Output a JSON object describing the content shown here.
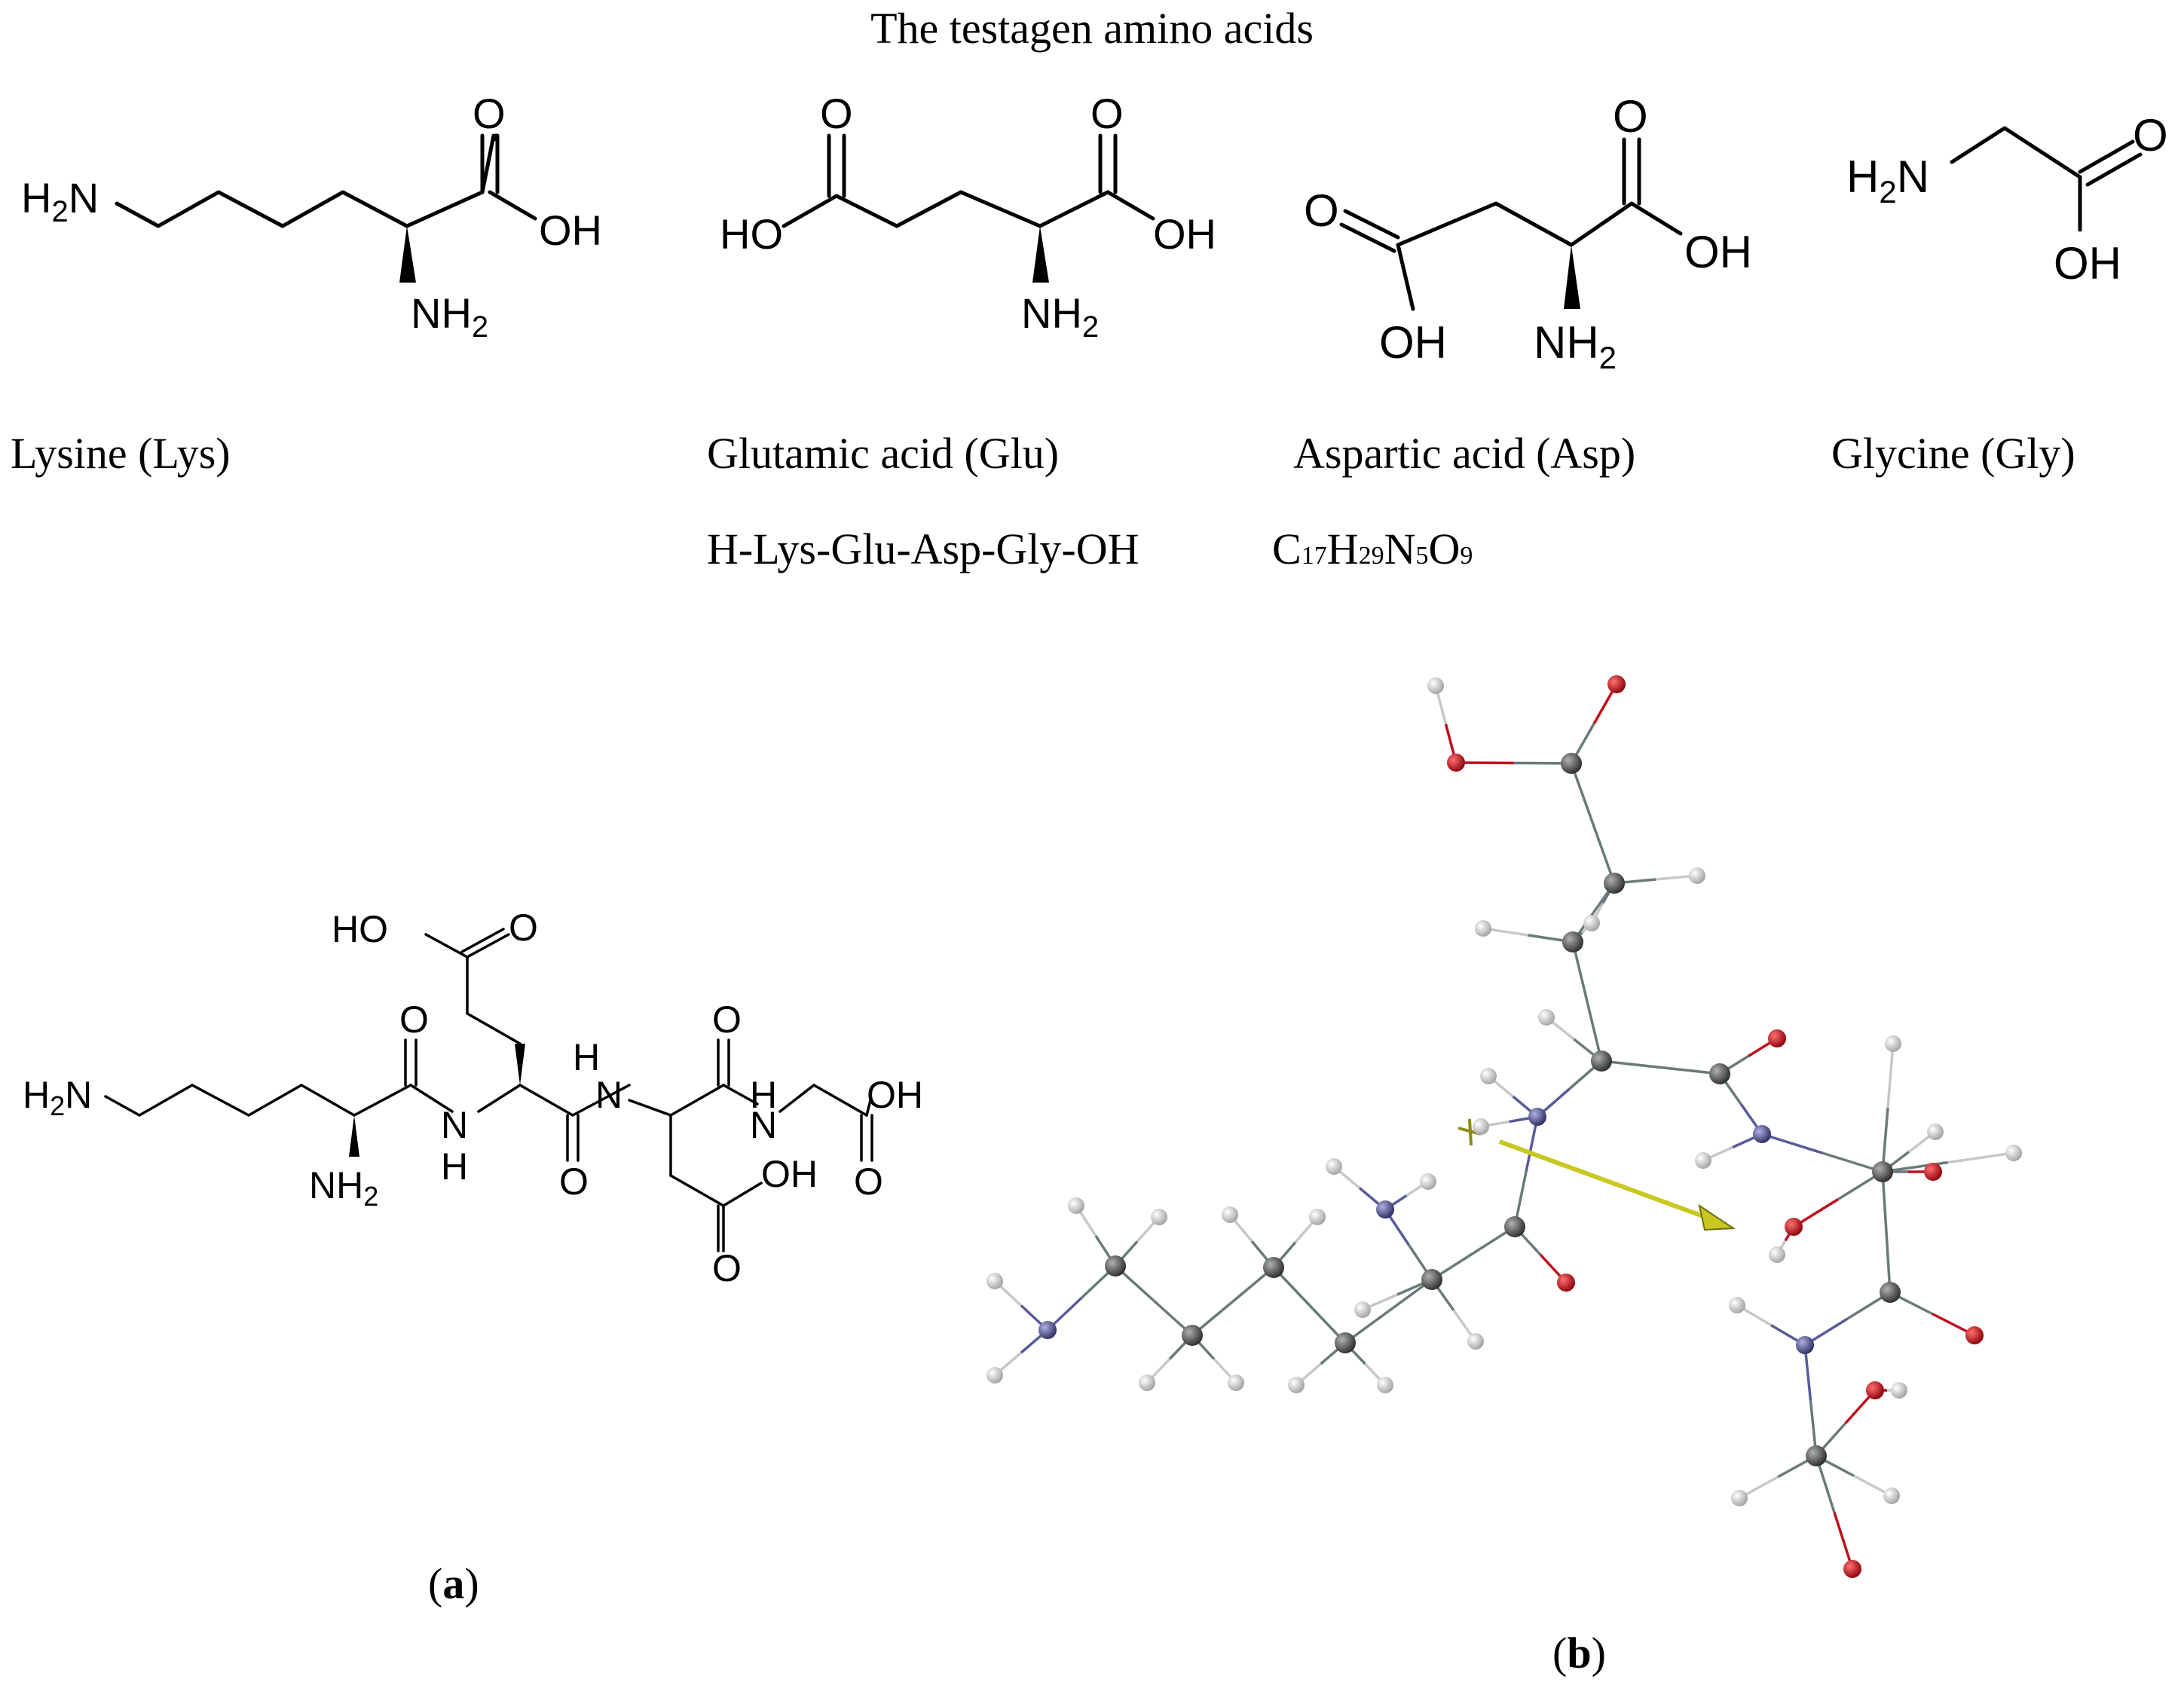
{
  "title": "The testagen amino acids",
  "amino_acids": [
    {
      "name": "Lysine (Lys)"
    },
    {
      "name": "Glutamic acid (Glu)"
    },
    {
      "name": "Aspartic acid (Asp)"
    },
    {
      "name": "Glycine (Gly)"
    }
  ],
  "sequence": "H-Lys-Glu-Asp-Gly-OH",
  "formula": {
    "C": "C",
    "c": "17",
    "H": "H",
    "h": "29",
    "N": "N",
    "n": "5",
    "O": "O",
    "o": "9"
  },
  "atom_labels": {
    "h2n": "H",
    "h2n_2": "2",
    "h2n_n": "N",
    "nh2_n": "NH",
    "nh2_2": "2",
    "oh": "OH",
    "ho": "HO",
    "o": "O",
    "nh_n": "N",
    "nh_h": "H"
  },
  "panels": {
    "a_open": "(",
    "a": "a",
    "a_close": ")",
    "b_open": "(",
    "b": "b",
    "b_close": ")"
  },
  "atom_colors": {
    "carbon": "#3a3a3a",
    "hydrogen": "#e6e6e6",
    "oxygen": "#c0101a",
    "nitrogen": "#5a5a9a",
    "arrow": "#c8c820"
  }
}
